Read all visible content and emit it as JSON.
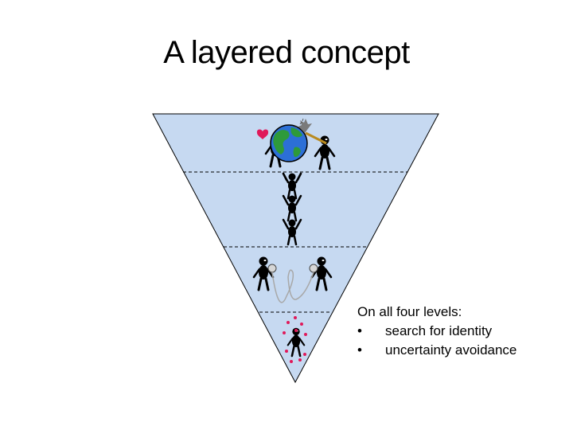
{
  "slide": {
    "title": "A layered concept"
  },
  "pyramid": {
    "fill": "#c6d9f1",
    "stroke": "#000000",
    "divider_style": "dashed",
    "layers": [
      {
        "depicts": "people and the world"
      },
      {
        "depicts": "acrobats stacked on each other"
      },
      {
        "depicts": "two people on a string telephone"
      },
      {
        "depicts": "single figure surrounded by dots"
      }
    ]
  },
  "note": {
    "heading": "On all four levels:",
    "bullet_glyph": "•",
    "items": [
      "search for identity",
      "uncertainty avoidance"
    ]
  },
  "icons": {
    "heart": "heart-icon",
    "globe": "globe-icon",
    "accent": "#e0195a"
  }
}
